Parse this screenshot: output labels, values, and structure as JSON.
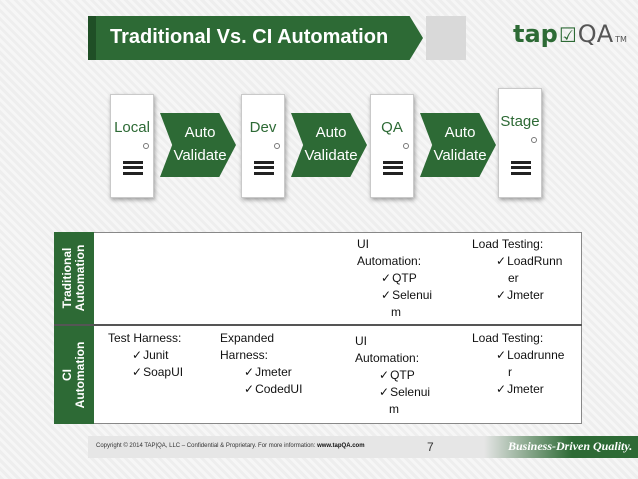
{
  "header": {
    "title": "Traditional Vs. CI Automation",
    "logo": {
      "tap": "tap",
      "check_icon": "checkbox-check-icon",
      "qa": "QA",
      "tm": "TM"
    }
  },
  "pipeline": {
    "stages": [
      "Local",
      "Dev",
      "QA",
      "Stage"
    ],
    "arrows": [
      {
        "line1": "Auto",
        "line2": "Validate"
      },
      {
        "line1": "Auto",
        "line2": "Validate"
      },
      {
        "line1": "Auto",
        "line2": "Validate"
      }
    ]
  },
  "table": {
    "rows": [
      {
        "label_line1": "Traditional",
        "label_line2": "Automation"
      },
      {
        "label_line1": "CI",
        "label_line2": "Automation"
      }
    ],
    "traditional": {
      "ui": {
        "heading1": "UI",
        "heading2": "Automation:",
        "items": [
          "QTP",
          "Selenui",
          "m"
        ]
      },
      "load": {
        "heading": "Load Testing:",
        "items": [
          "LoadRunn",
          "er",
          "Jmeter"
        ]
      }
    },
    "ci": {
      "test_harness": {
        "heading": "Test Harness:",
        "items": [
          "Junit",
          "SoapUI"
        ]
      },
      "expanded": {
        "heading1": "Expanded",
        "heading2": "Harness:",
        "items": [
          "Jmeter",
          "CodedUI"
        ]
      },
      "ui": {
        "heading1": "UI",
        "heading2": "Automation:",
        "items": [
          "QTP",
          "Selenui",
          "m"
        ]
      },
      "load": {
        "heading": "Load Testing:",
        "items": [
          "Loadrunne",
          "r",
          "Jmeter"
        ]
      }
    }
  },
  "footer": {
    "copyright": "Copyright © 2014 TAP|QA, LLC – Confidential & Proprietary.   For more information: ",
    "website": "www.tapQA.com",
    "page": "7",
    "tagline": "Business-Driven Quality."
  },
  "colors": {
    "brand_green": "#2d6a35",
    "dark_green": "#1f4f26"
  }
}
